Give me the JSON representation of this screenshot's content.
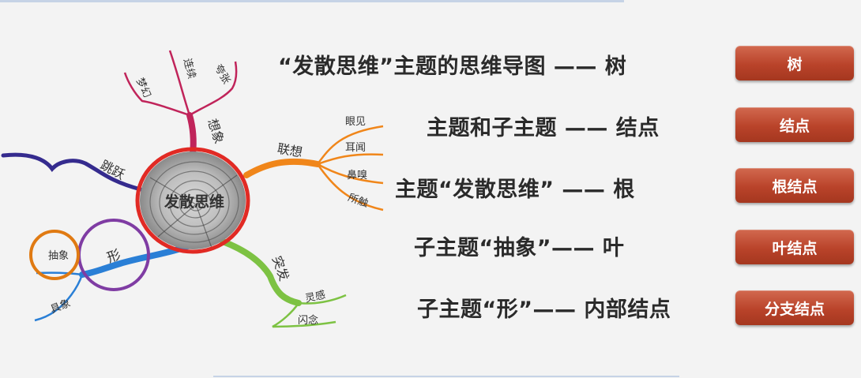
{
  "mindmap": {
    "center": "发散思维",
    "branches": {
      "xiangxiang": {
        "label": "想象",
        "children": [
          "梦幻",
          "连续",
          "夸张"
        ]
      },
      "lianxiang": {
        "label": "联想",
        "children": [
          "眼见",
          "耳闻",
          "鼻嗅",
          "所触"
        ]
      },
      "tuifa": {
        "label": "突发",
        "children": [
          "灵感",
          "闪念"
        ]
      },
      "xing": {
        "label": "形",
        "children": [
          "抽象",
          "具象"
        ]
      },
      "tiaoyue": {
        "label": "跳跃"
      }
    },
    "colors": {
      "xiangxiang": "#c0245a",
      "lianxiang": "#f0861a",
      "tuifa": "#7dc243",
      "xing": "#2a7fd6",
      "tiaoyue": "#352b8e",
      "center_ring": "#e12a24",
      "xing_ring": "#7f3ca3",
      "chouxiang_ring": "#e07a12"
    }
  },
  "statements": [
    {
      "text": "“发散思维”主题的思维导图 —— 树",
      "tag": "树"
    },
    {
      "text": "主题和子主题 —— 结点",
      "tag": "结点"
    },
    {
      "text": "主题“发散思维” —— 根",
      "tag": "根结点"
    },
    {
      "text": "子主题“抽象”—— 叶",
      "tag": "叶结点"
    },
    {
      "text": "子主题“形”—— 内部结点",
      "tag": "分支结点"
    }
  ]
}
